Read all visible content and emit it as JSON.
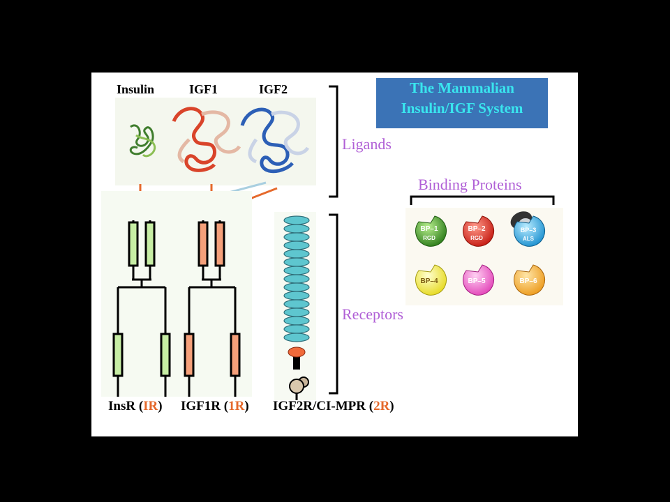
{
  "title": {
    "line1": "The Mammalian",
    "line2": "Insulin/IGF System"
  },
  "ligands": {
    "section_label": "Ligands",
    "items": [
      "Insulin",
      "IGF1",
      "IGF2"
    ]
  },
  "receptors": {
    "section_label": "Receptors",
    "insr": {
      "name": "InsR",
      "open": "(",
      "abbr": "IR",
      "close": ")"
    },
    "igf1r": {
      "name": "IGF1R",
      "open": "(",
      "abbr": "1R",
      "close": ")"
    },
    "igf2r": {
      "name": "IGF2R/CI-MPR",
      "open": "(",
      "abbr": "2R",
      "close": ")"
    }
  },
  "binding_proteins": {
    "section_label": "Binding Proteins",
    "items": [
      {
        "label": "BP–1",
        "sub": "RGD",
        "color": "#2f8a1f"
      },
      {
        "label": "BP–2",
        "sub": "RGD",
        "color": "#e0261b"
      },
      {
        "label": "BP–3",
        "sub": "ALS",
        "color": "#1fa7e0"
      },
      {
        "label": "BP–4",
        "sub": "",
        "color": "#f2ee3a"
      },
      {
        "label": "BP–5",
        "sub": "",
        "color": "#ef5fc6"
      },
      {
        "label": "BP–6",
        "sub": "",
        "color": "#f2b030"
      }
    ]
  },
  "colors": {
    "arrow_orange": "#e5692b",
    "arrow_lightblue": "#a9cfe0",
    "insr_segment": "#c7eea4",
    "igf1r_segment": "#f5a07a",
    "igf2r_segment": "#5ec6cf",
    "title_bg": "#3b73b6",
    "title_text": "#39e6ef",
    "section_label": "#b05fd6"
  }
}
